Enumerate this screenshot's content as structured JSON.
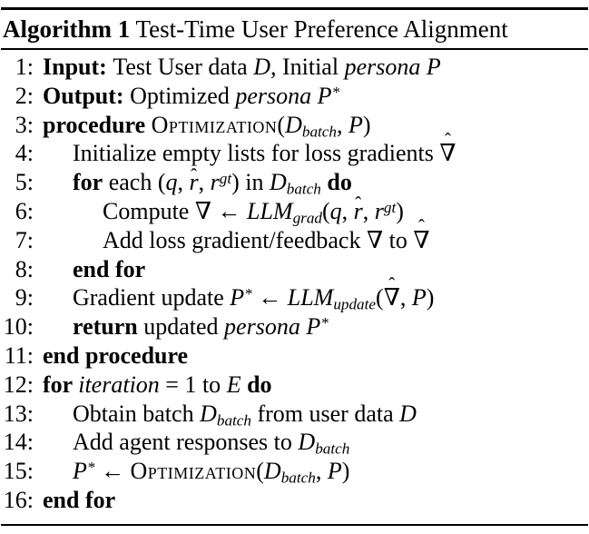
{
  "colors": {
    "text": "#000000",
    "background": "#ffffff",
    "rule": "#000000"
  },
  "symbols": {
    "hat_accent": "ˆ",
    "nabla": "∇",
    "left_arrow": "←"
  },
  "header": {
    "label": "Algorithm 1",
    "title": " Test-Time User Preference Alignment"
  },
  "lines": [
    {
      "num": "1:",
      "indent": 0,
      "segments": [
        {
          "t": "Input: ",
          "s": "b"
        },
        {
          "t": "Test User data ",
          "s": "r"
        },
        {
          "t": "D",
          "s": "cal"
        },
        {
          "t": ", Initial ",
          "s": "r"
        },
        {
          "t": "persona P",
          "s": "i"
        }
      ]
    },
    {
      "num": "2:",
      "indent": 0,
      "segments": [
        {
          "t": "Output: ",
          "s": "b"
        },
        {
          "t": "Optimized ",
          "s": "r"
        },
        {
          "t": "persona P",
          "s": "i"
        },
        {
          "t": "*",
          "s": "sup"
        }
      ]
    },
    {
      "num": "3:",
      "indent": 0,
      "segments": [
        {
          "t": "procedure ",
          "s": "b"
        },
        {
          "t": "Optimization",
          "s": "sc"
        },
        {
          "t": "(",
          "s": "r"
        },
        {
          "t": "D",
          "s": "cal"
        },
        {
          "t": "batch",
          "s": "sub"
        },
        {
          "t": ", ",
          "s": "r"
        },
        {
          "t": "P",
          "s": "i"
        },
        {
          "t": ")",
          "s": "r"
        }
      ]
    },
    {
      "num": "4:",
      "indent": 1,
      "segments": [
        {
          "t": "Initialize empty lists for loss gradients ",
          "s": "r"
        },
        {
          "t": "∇",
          "s": "hat"
        }
      ]
    },
    {
      "num": "5:",
      "indent": 1,
      "segments": [
        {
          "t": "for",
          "s": "b"
        },
        {
          "t": " each (",
          "s": "r"
        },
        {
          "t": "q",
          "s": "i"
        },
        {
          "t": ", ",
          "s": "r"
        },
        {
          "t": "r",
          "s": "ihat"
        },
        {
          "t": ", ",
          "s": "r"
        },
        {
          "t": "r",
          "s": "i"
        },
        {
          "t": "gt",
          "s": "sup"
        },
        {
          "t": ") in ",
          "s": "r"
        },
        {
          "t": "D",
          "s": "cal"
        },
        {
          "t": "batch",
          "s": "sub"
        },
        {
          "t": " ",
          "s": "r"
        },
        {
          "t": "do",
          "s": "b"
        }
      ]
    },
    {
      "num": "6:",
      "indent": 2,
      "segments": [
        {
          "t": "Compute ∇ ← ",
          "s": "r"
        },
        {
          "t": "LLM",
          "s": "i"
        },
        {
          "t": "grad",
          "s": "sub"
        },
        {
          "t": "(",
          "s": "r"
        },
        {
          "t": "q",
          "s": "i"
        },
        {
          "t": ", ",
          "s": "r"
        },
        {
          "t": "r",
          "s": "ihat"
        },
        {
          "t": ", ",
          "s": "r"
        },
        {
          "t": "r",
          "s": "i"
        },
        {
          "t": "gt",
          "s": "sup"
        },
        {
          "t": ")",
          "s": "r"
        }
      ]
    },
    {
      "num": "7:",
      "indent": 2,
      "segments": [
        {
          "t": "Add loss gradient/feedback ∇ to ",
          "s": "r"
        },
        {
          "t": "∇",
          "s": "hat"
        }
      ]
    },
    {
      "num": "8:",
      "indent": 1,
      "segments": [
        {
          "t": "end for",
          "s": "b"
        }
      ]
    },
    {
      "num": "9:",
      "indent": 1,
      "segments": [
        {
          "t": "Gradient update ",
          "s": "r"
        },
        {
          "t": "P",
          "s": "i"
        },
        {
          "t": "*",
          "s": "sup"
        },
        {
          "t": " ← ",
          "s": "r"
        },
        {
          "t": "LLM",
          "s": "i"
        },
        {
          "t": "update",
          "s": "sub"
        },
        {
          "t": "(",
          "s": "r"
        },
        {
          "t": "∇",
          "s": "hat"
        },
        {
          "t": ", ",
          "s": "r"
        },
        {
          "t": "P",
          "s": "i"
        },
        {
          "t": ")",
          "s": "r"
        }
      ]
    },
    {
      "num": "10:",
      "indent": 1,
      "segments": [
        {
          "t": "return",
          "s": "b"
        },
        {
          "t": " updated ",
          "s": "r"
        },
        {
          "t": "persona P",
          "s": "i"
        },
        {
          "t": "*",
          "s": "sup"
        }
      ]
    },
    {
      "num": "11:",
      "indent": 0,
      "segments": [
        {
          "t": "end procedure",
          "s": "b"
        }
      ]
    },
    {
      "num": "12:",
      "indent": 0,
      "segments": [
        {
          "t": "for ",
          "s": "b"
        },
        {
          "t": "iteration",
          "s": "i"
        },
        {
          "t": " = 1 to ",
          "s": "r"
        },
        {
          "t": "E",
          "s": "cal"
        },
        {
          "t": " ",
          "s": "r"
        },
        {
          "t": "do",
          "s": "b"
        }
      ]
    },
    {
      "num": "13:",
      "indent": 1,
      "segments": [
        {
          "t": "Obtain batch ",
          "s": "r"
        },
        {
          "t": "D",
          "s": "cal"
        },
        {
          "t": "batch",
          "s": "sub"
        },
        {
          "t": " from user data ",
          "s": "r"
        },
        {
          "t": "D",
          "s": "cal"
        }
      ]
    },
    {
      "num": "14:",
      "indent": 1,
      "segments": [
        {
          "t": "Add agent responses to ",
          "s": "r"
        },
        {
          "t": "D",
          "s": "cal"
        },
        {
          "t": "batch",
          "s": "sub"
        }
      ]
    },
    {
      "num": "15:",
      "indent": 1,
      "segments": [
        {
          "t": "P",
          "s": "i"
        },
        {
          "t": "*",
          "s": "sup"
        },
        {
          "t": " ← ",
          "s": "r"
        },
        {
          "t": "Optimization",
          "s": "sc"
        },
        {
          "t": "(",
          "s": "r"
        },
        {
          "t": "D",
          "s": "cal"
        },
        {
          "t": "batch",
          "s": "sub"
        },
        {
          "t": ", ",
          "s": "r"
        },
        {
          "t": "P",
          "s": "i"
        },
        {
          "t": ")",
          "s": "r"
        }
      ]
    },
    {
      "num": "16:",
      "indent": 0,
      "segments": [
        {
          "t": "end for",
          "s": "b"
        }
      ]
    }
  ]
}
